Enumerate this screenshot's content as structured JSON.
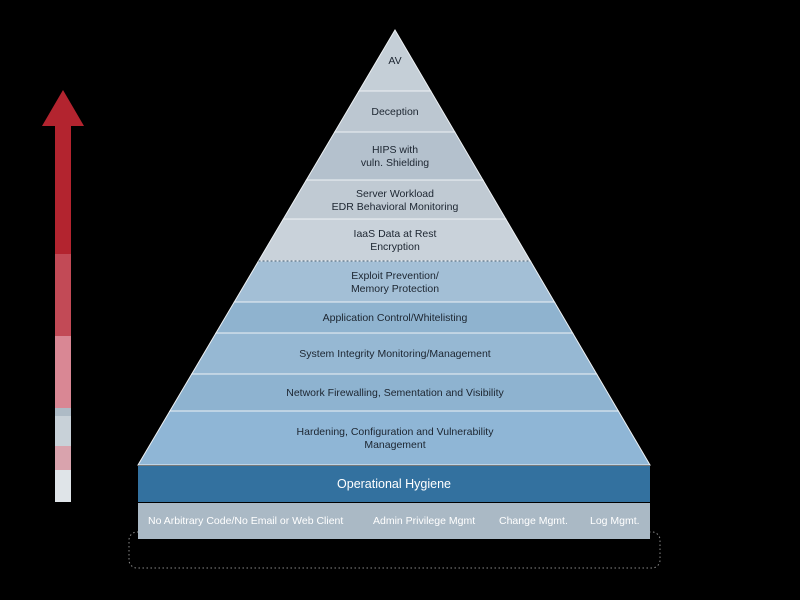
{
  "pyramid": {
    "tiers": [
      {
        "label": "AV",
        "color": "#c5cfd7"
      },
      {
        "label": "Deception",
        "color": "#bcc7d1"
      },
      {
        "label": "HIPS with\nvuln. Shielding",
        "color": "#b4c1cd"
      },
      {
        "label": "Server Workload\nEDR Behavioral Monitoring",
        "color": "#c0cad3"
      },
      {
        "label": "IaaS Data at Rest\nEncryption",
        "color": "#c9d2da"
      },
      {
        "label": "Exploit Prevention/\nMemory Protection",
        "color": "#a3bfd6"
      },
      {
        "label": "Application Control/Whitelisting",
        "color": "#8fb3cf"
      },
      {
        "label": "System Integrity Monitoring/Management",
        "color": "#96b8d3"
      },
      {
        "label": "Network Firewalling, Sementation and Visibility",
        "color": "#8eb3d0"
      },
      {
        "label": "Hardening, Configuration and Vulnerability\nManagement",
        "color": "#8fb6d6"
      }
    ],
    "hygiene": {
      "label": "Operational Hygiene",
      "color": "#33719f"
    },
    "base": {
      "color": "#aab9c5",
      "items": [
        "No Arbitrary Code/No Email or Web Client",
        "Admin Privilege Mgmt",
        "Change Mgmt.",
        "Log Mgmt."
      ]
    }
  },
  "arrow": {
    "colors": [
      "#b3242f",
      "#c24a56",
      "#d98794",
      "#aebbc6",
      "#c8d1d8",
      "#d9a3ad",
      "#dfe4e8"
    ]
  }
}
